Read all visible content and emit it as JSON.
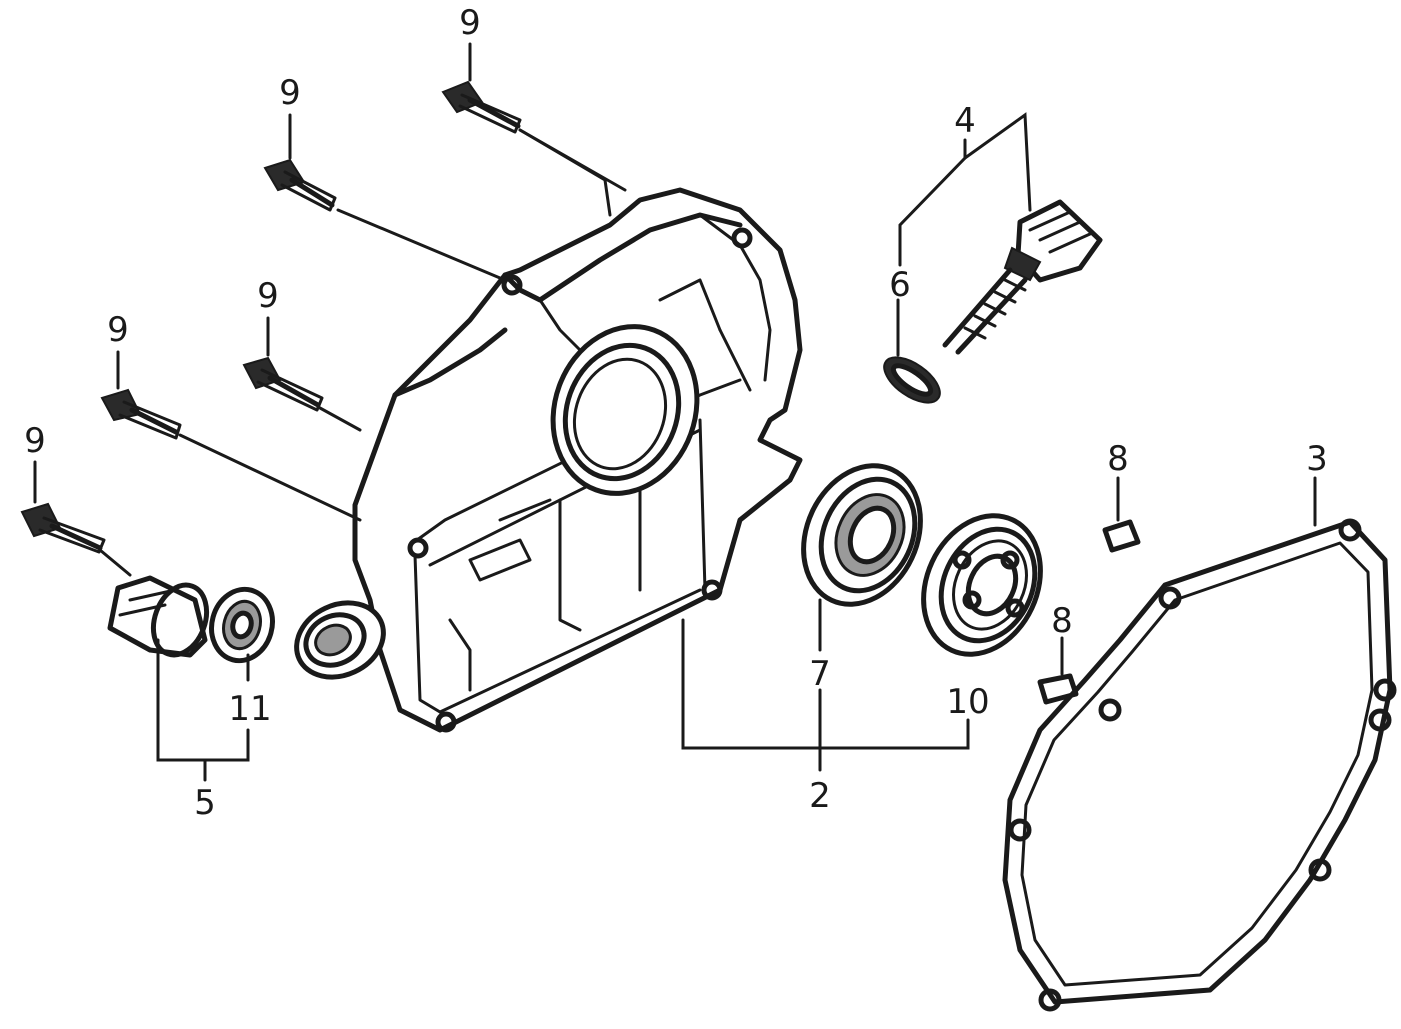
{
  "diagram": {
    "callouts": {
      "c9a": "9",
      "c9b": "9",
      "c9c": "9",
      "c9d": "9",
      "c9e": "9",
      "c4": "4",
      "c6": "6",
      "c8a": "8",
      "c8b": "8",
      "c3": "3",
      "c7": "7",
      "c10": "10",
      "c2": "2",
      "c11": "11",
      "c5": "5"
    }
  }
}
